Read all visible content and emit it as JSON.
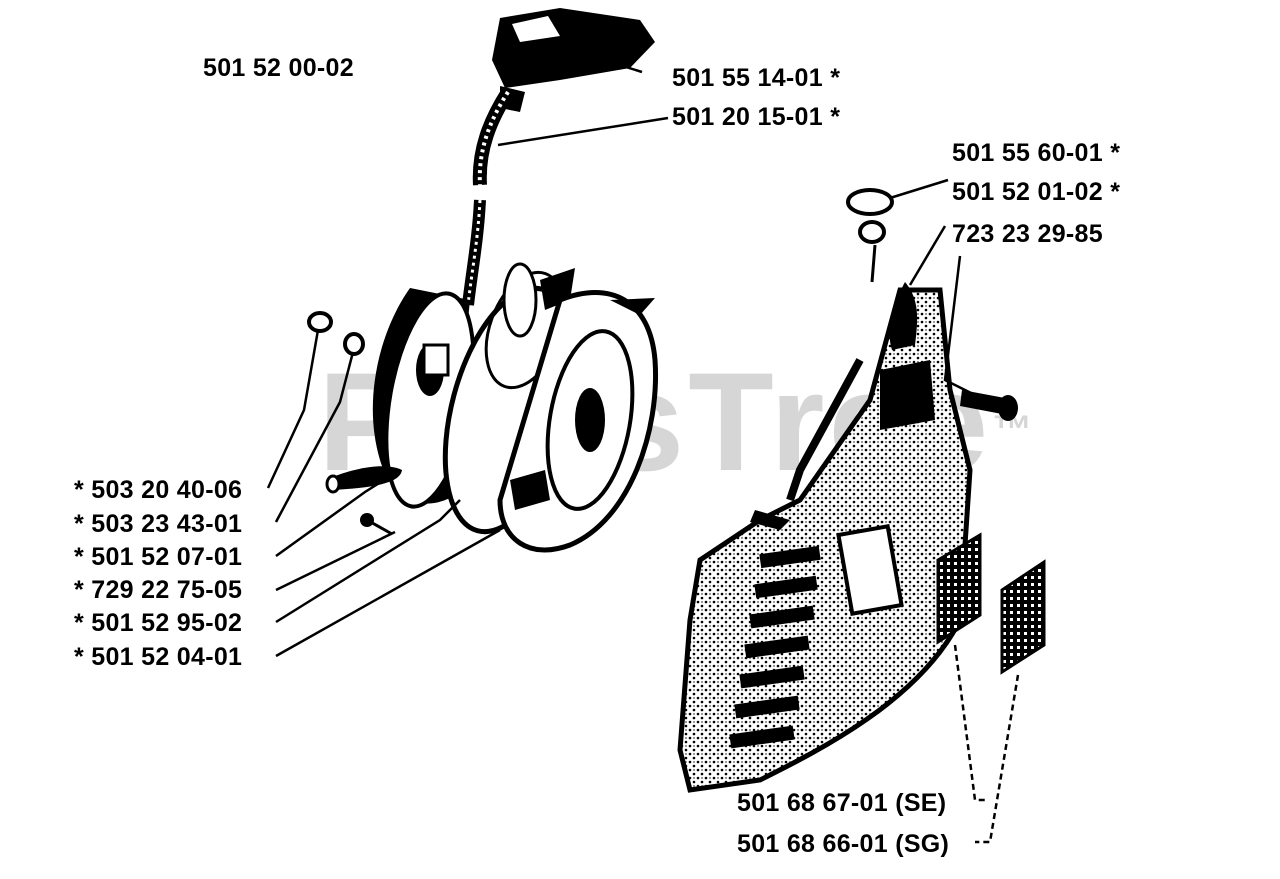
{
  "watermark": {
    "text": "PartsTree",
    "mark": "™"
  },
  "assembly_label": "501 52 00-02",
  "labels": {
    "handle": "501 55 14-01  *",
    "rope": "501 20 15-01  *",
    "washer_top": "501 55 60-01  *",
    "nut_top": "501 52 01-02  *",
    "bolt": "723 23 29-85",
    "screw_a": "*  503 20 40-06",
    "screw_b": "*  503 23 43-01",
    "spring": "*  501 52 07-01",
    "screw_c": "*  729 22 75-05",
    "pulley": "*  501 52 95-02",
    "pawl": "*  501 52 04-01",
    "grille_se": "501 68 67-01 (SE)",
    "grille_sg": "501 68 66-01 (SG)"
  }
}
